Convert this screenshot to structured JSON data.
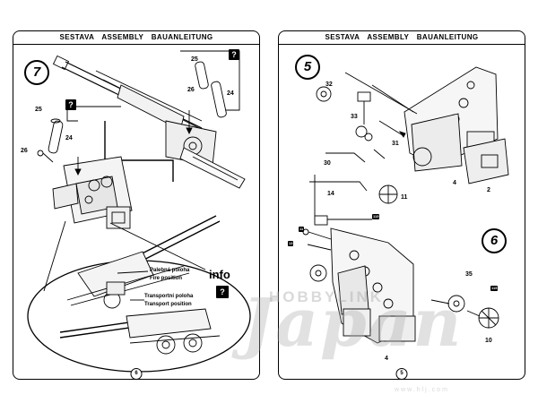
{
  "left_page": {
    "header": "SESTAVA   ASSEMBLY   BAUANLEITUNG",
    "step": "7",
    "page_number": "6",
    "callouts": [
      "25",
      "24",
      "26",
      "25",
      "24",
      "26"
    ],
    "question_mark": "?",
    "labels": {
      "fire_cz": "Palebná poloha",
      "fire_en": "Fire position",
      "transport_cz": "Transportní poloha",
      "transport_en": "Transport position",
      "info": "info"
    }
  },
  "right_page": {
    "header": "SESTAVA   ASSEMBLY   BAUANLEITUNG",
    "step_a": "5",
    "step_b": "6",
    "page_number": "5",
    "callouts": [
      "32",
      "33",
      "31",
      "30",
      "14",
      "11",
      "4",
      "2",
      "35",
      "10",
      "4"
    ],
    "tags": [
      "115",
      "11",
      "13",
      "115"
    ]
  },
  "watermark": {
    "brand_top": "HOBBYLINK",
    "brand_main": "Japan",
    "url": "www.hlj.com"
  }
}
